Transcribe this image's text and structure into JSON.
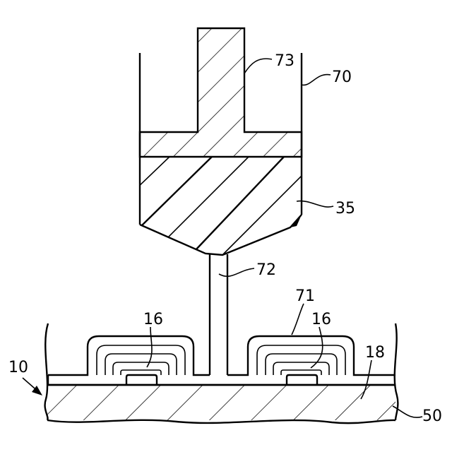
{
  "figure": {
    "labels": {
      "plunger": "73",
      "syringe": "70",
      "resin": "35",
      "nozzle": "72",
      "coating": "71",
      "element_left": "16",
      "element_right": "16",
      "layer": "18",
      "substrate_ref": "10",
      "base": "50"
    },
    "colors": {
      "line": "#000000",
      "background": "#ffffff"
    }
  }
}
